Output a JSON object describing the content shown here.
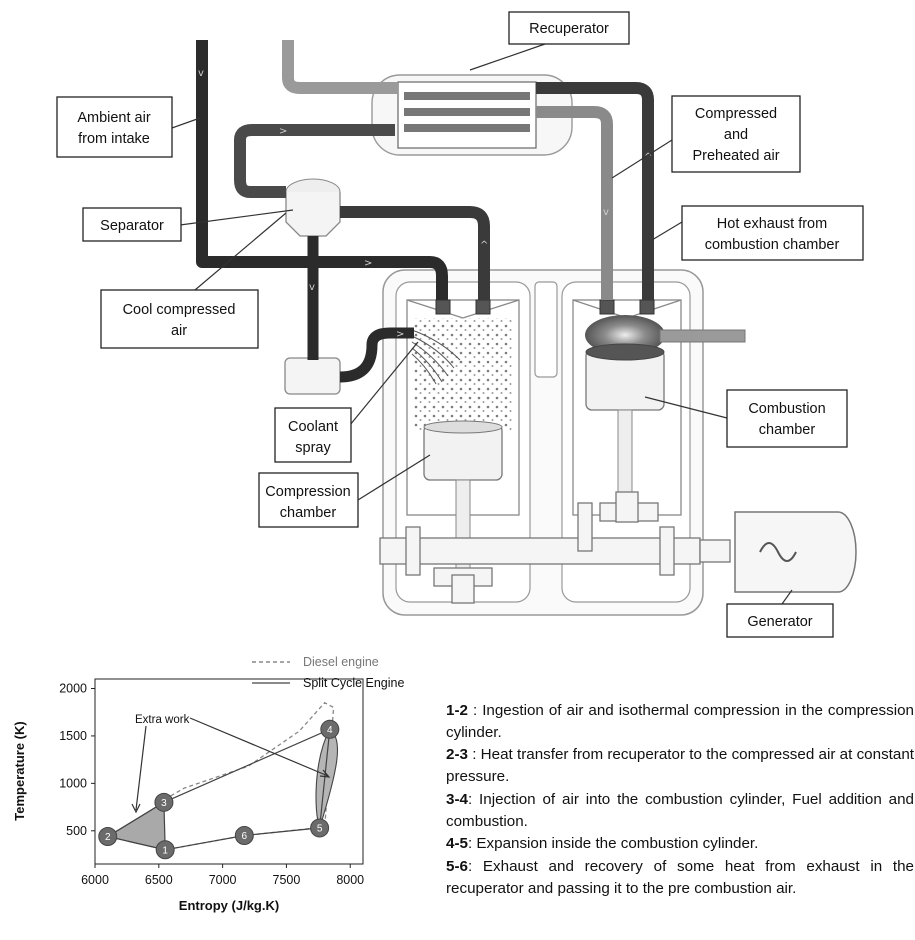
{
  "labels": {
    "recuperator": "Recuperator",
    "ambient_air": [
      "Ambient air",
      "from intake"
    ],
    "compressed_air": [
      "Compressed",
      "and",
      "Preheated air"
    ],
    "separator": "Separator",
    "hot_exhaust": [
      "Hot exhaust from",
      "combustion chamber"
    ],
    "cool_compressed": [
      "Cool compressed",
      "air"
    ],
    "coolant_spray": [
      "Coolant",
      "spray"
    ],
    "compression_chamber": [
      "Compression",
      "chamber"
    ],
    "combustion_chamber": [
      "Combustion",
      "chamber"
    ],
    "generator": "Generator"
  },
  "chart_data": {
    "type": "line",
    "xlabel": "Entropy (J/kg.K)",
    "ylabel": "Temperature (K)",
    "xlim": [
      6000,
      8100
    ],
    "ylim": [
      150,
      2100
    ],
    "x_ticks": [
      6000,
      6500,
      7000,
      7500,
      8000
    ],
    "y_ticks": [
      500,
      1000,
      1500,
      2000
    ],
    "legend": {
      "position": "top",
      "entries": [
        "Diesel engine",
        "Split Cycle Engine"
      ]
    },
    "annotation": "Extra work",
    "series": [
      {
        "name": "Split Cycle Engine",
        "style": "solid",
        "points": [
          {
            "label": "1",
            "x": 6550,
            "y": 300
          },
          {
            "label": "2",
            "x": 6100,
            "y": 440
          },
          {
            "label": "3",
            "x": 6540,
            "y": 800
          },
          {
            "label": "4",
            "x": 7840,
            "y": 1570
          },
          {
            "label": "5",
            "x": 7760,
            "y": 530
          },
          {
            "label": "6",
            "x": 7170,
            "y": 450
          }
        ]
      },
      {
        "name": "Diesel engine",
        "style": "dashed",
        "points": [
          {
            "x": 6550,
            "y": 300
          },
          {
            "x": 6480,
            "y": 780
          },
          {
            "x": 6700,
            "y": 950
          },
          {
            "x": 7200,
            "y": 1180
          },
          {
            "x": 7600,
            "y": 1550
          },
          {
            "x": 7800,
            "y": 1850
          },
          {
            "x": 7870,
            "y": 1800
          },
          {
            "x": 7800,
            "y": 540
          },
          {
            "x": 7170,
            "y": 450
          },
          {
            "x": 6550,
            "y": 300
          }
        ]
      }
    ]
  },
  "steps": [
    {
      "key": "1-2",
      "sep": " : ",
      "text": "Ingestion of air and isothermal compression in the compression cylinder."
    },
    {
      "key": "2-3",
      "sep": " : ",
      "text": "Heat transfer from recuperator to the compressed air at constant pressure."
    },
    {
      "key": "3-4",
      "sep": ": ",
      "text": "Injection of air into the combustion cylinder, Fuel addition and combustion."
    },
    {
      "key": "4-5",
      "sep": ": ",
      "text": "Expansion inside the combustion cylinder."
    },
    {
      "key": "5-6",
      "sep": ": ",
      "text": "Exhaust and recovery of some heat from exhaust in the recuperator and passing it to the pre combustion air."
    }
  ]
}
